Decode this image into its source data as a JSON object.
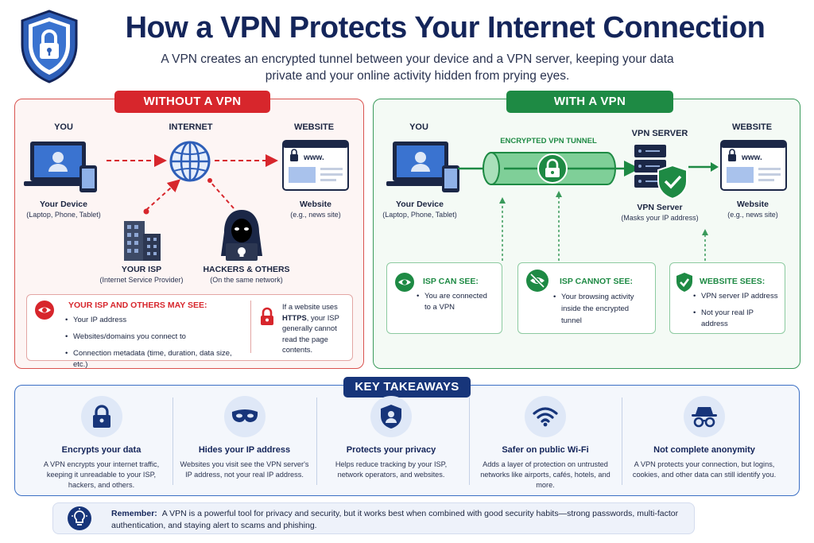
{
  "header": {
    "title": "How a VPN Protects Your Internet Connection",
    "subtitle": "A VPN creates an encrypted tunnel between your device and a VPN server, keeping your data private and your online activity hidden from prying eyes."
  },
  "without_vpn": {
    "banner": "WITHOUT A VPN",
    "you": "YOU",
    "internet": "INTERNET",
    "website_hdr": "WEBSITE",
    "device_title": "Your Device",
    "device_sub": "(Laptop, Phone, Tablet)",
    "website_title": "Website",
    "website_sub": "(e.g., news site)",
    "www": "www.",
    "isp_title": "YOUR ISP",
    "isp_sub": "(Internet Service Provider)",
    "hackers_title": "HACKERS & OTHERS",
    "hackers_sub": "(On the same network)",
    "may_see_title": "YOUR ISP AND OTHERS MAY SEE:",
    "may_see_items": [
      "Your IP address",
      "Websites/domains you connect to",
      "Connection metadata (time, duration, data size, etc.)"
    ],
    "https_note": "If a website uses HTTPS, your ISP generally cannot read the page contents.",
    "https_note_pre": "If a website uses",
    "https_word": "HTTPS",
    "https_note_post": ", your ISP generally cannot read the page contents."
  },
  "with_vpn": {
    "banner": "WITH A VPN",
    "you": "YOU",
    "tunnel": "ENCRYPTED VPN TUNNEL",
    "server_hdr": "VPN SERVER",
    "website_hdr": "WEBSITE",
    "device_title": "Your Device",
    "device_sub": "(Laptop, Phone, Tablet)",
    "server_title": "VPN Server",
    "server_sub": "(Masks your IP address)",
    "website_title": "Website",
    "website_sub": "(e.g., news site)",
    "www": "www.",
    "isp_can_title": "ISP CAN SEE:",
    "isp_can_items": [
      "You are connected to a VPN"
    ],
    "isp_cannot_title": "ISP CANNOT SEE:",
    "isp_cannot_items": [
      "Your browsing activity inside the encrypted tunnel"
    ],
    "website_sees_title": "WEBSITE SEES:",
    "website_sees_items": [
      "VPN server IP address",
      "Not your real IP address"
    ]
  },
  "takeaways": {
    "banner": "KEY TAKEAWAYS",
    "items": [
      {
        "icon": "lock-icon",
        "title": "Encrypts your data",
        "desc": "A VPN encrypts your internet traffic, keeping it unreadable to your ISP, hackers, and others."
      },
      {
        "icon": "mask-icon",
        "title": "Hides your IP address",
        "desc": "Websites you visit see the VPN server's IP address, not your real IP address."
      },
      {
        "icon": "shield-user-icon",
        "title": "Protects your privacy",
        "desc": "Helps reduce tracking by your ISP, network operators, and websites."
      },
      {
        "icon": "wifi-icon",
        "title": "Safer on public Wi-Fi",
        "desc": "Adds a layer of protection on untrusted networks like airports, cafés, hotels, and more."
      },
      {
        "icon": "incognito-icon",
        "title": "Not complete anonymity",
        "desc": "A VPN protects your connection, but logins, cookies, and other data can still identify you."
      }
    ]
  },
  "remember": {
    "label": "Remember:",
    "text": "A VPN is a powerful tool for privacy and security, but it works best when combined with good security habits—strong passwords, multi-factor authentication, and staying alert to scams and phishing."
  },
  "colors": {
    "red": "#d7262c",
    "green": "#1e8a44",
    "navy": "#17357a",
    "blue": "#2e5fb8"
  }
}
